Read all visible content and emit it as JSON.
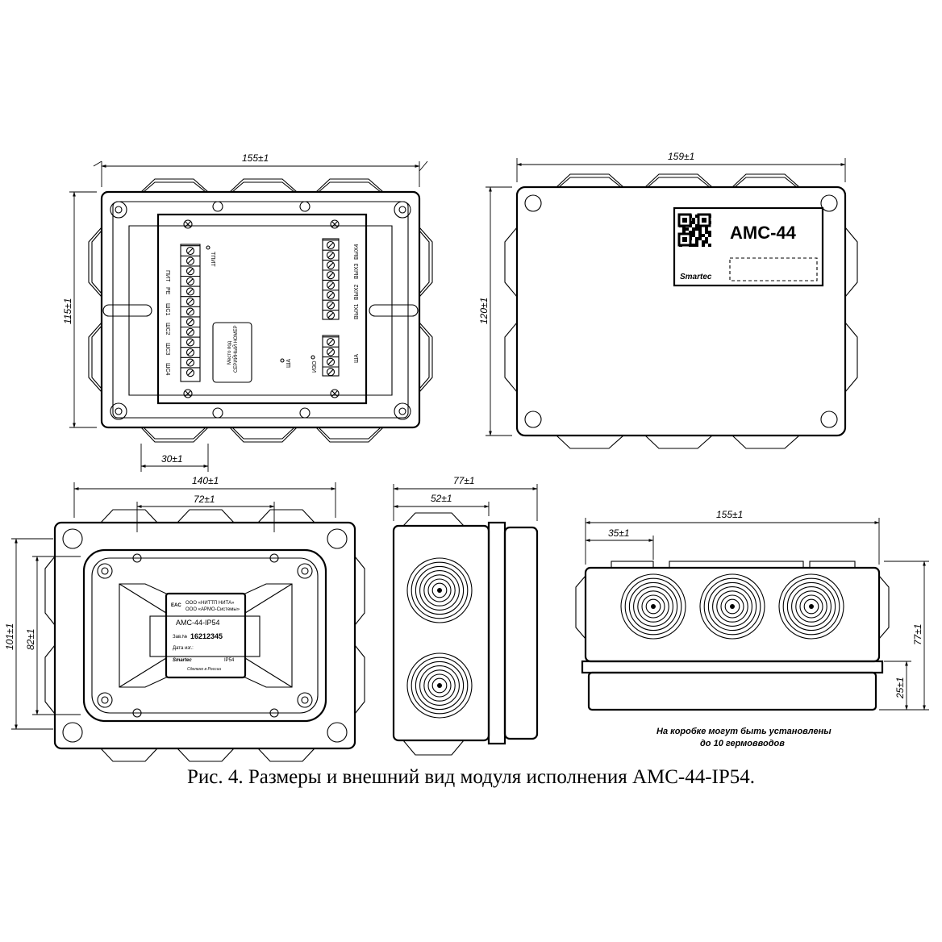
{
  "dimensions": {
    "top_left_width": "155±1",
    "top_left_height": "115±1",
    "top_left_gland": "30±1",
    "top_right_width": "159±1",
    "top_right_height": "120±1",
    "bottom_left_width": "140±1",
    "bottom_left_inner": "72±1",
    "bottom_left_height": "101±1",
    "bottom_left_inner_height": "82±1",
    "side_depth": "77±1",
    "side_lid": "52±1",
    "front_width": "155±1",
    "front_gland": "35±1",
    "front_height": "77±1",
    "front_lid": "25±1"
  },
  "board_labels": {
    "pit": "ПИТ",
    "pe": "PE",
    "shs1": "ШС1",
    "shs2": "ШС2",
    "shs3": "ШС3",
    "shs4": "ШС4",
    "tpit": "ТПИТ",
    "vyh1": "ВЫХ1",
    "vyh2": "ВЫХ2",
    "vyh3": "ВЫХ3",
    "vyh4": "ВЫХ4",
    "sha": "ША",
    "sha2": "ША",
    "izo": "ИЗО",
    "serial_line1": "Место под",
    "serial_line2": "СЕРИЙНЫЙ НОМЕР"
  },
  "lid_label": {
    "model": "АМС-44",
    "brand": "Smartec"
  },
  "nameplate": {
    "eac": "EAC",
    "company1": "ООО «НИТТП НИТА»",
    "company2": "ООО «АРМО-Системы»",
    "model": "АМС-44-IP54",
    "serial_label": "Зав.№",
    "serial": "16212345",
    "date_label": "Дата изг.:",
    "brand": "Smartec",
    "ip": "IP54",
    "made_in": "Сделано в России"
  },
  "note": {
    "line1": "На коробке могут быть установлены",
    "line2": "до 10 гермовводов"
  },
  "caption": "Рис. 4. Размеры и внешний вид модуля исполнения АМС-44-IP54."
}
